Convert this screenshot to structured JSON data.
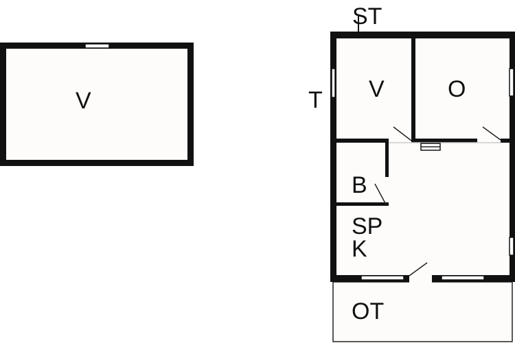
{
  "left_building": {
    "room_label": "V"
  },
  "right_building": {
    "labels": {
      "stair": "ST",
      "terrace": "T",
      "bedroom": "V",
      "room_o": "O",
      "bathroom": "B",
      "kitchen_dining_1": "SP",
      "kitchen_dining_2": "K",
      "outdoor_terrace": "OT"
    }
  }
}
